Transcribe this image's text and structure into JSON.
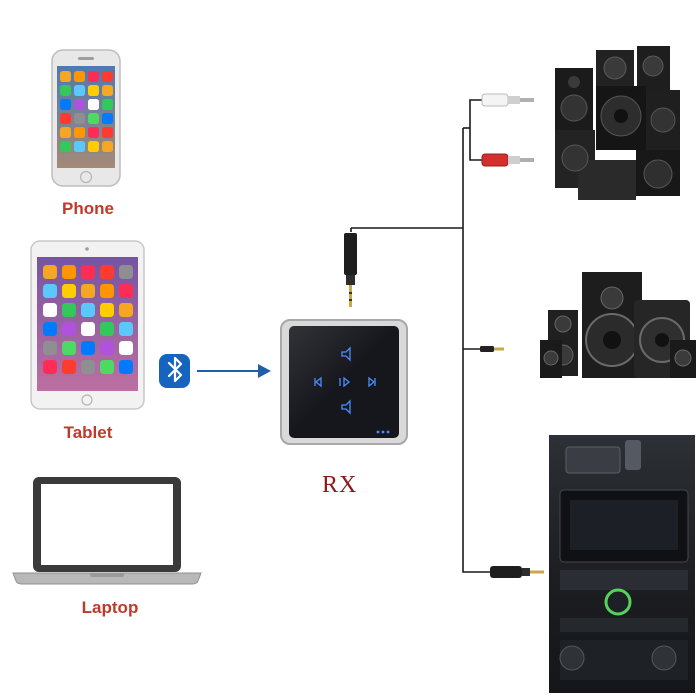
{
  "devices": {
    "phone": {
      "label": "Phone"
    },
    "tablet": {
      "label": "Tablet"
    },
    "laptop": {
      "label": "Laptop"
    }
  },
  "receiver": {
    "label": "RX"
  },
  "colors": {
    "device_label": "#c0392b",
    "arrow": "#1f5fa8",
    "bluetooth": "#1565c0",
    "rx_label": "#8b1a1a",
    "cable": "#1a1a1a"
  },
  "icons": [
    "bluetooth-icon",
    "phone-icon",
    "tablet-icon",
    "laptop-icon",
    "rca-plug-icon",
    "aux-plug-icon"
  ]
}
